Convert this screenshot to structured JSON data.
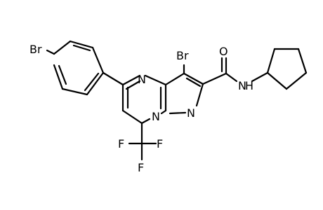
{
  "molecule": {
    "atom_labels": {
      "br_phenyl": "Br",
      "br_ring": "Br",
      "n_ring": "N",
      "n_bridge": "N",
      "n_pyrazole": "N",
      "o_carbonyl": "O",
      "nh_amide": "N",
      "h_amide": "H",
      "f_left": "F",
      "f_right": "F",
      "f_bottom": "F"
    }
  }
}
